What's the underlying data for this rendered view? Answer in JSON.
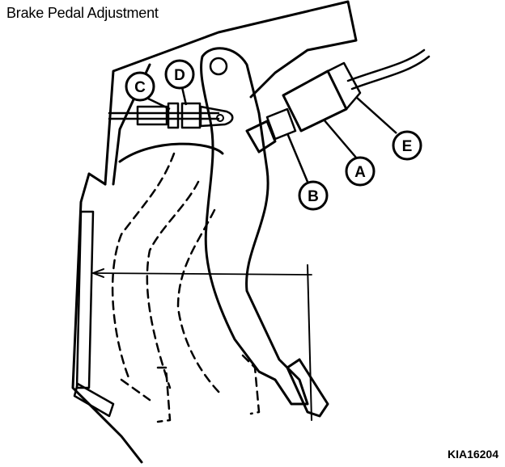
{
  "title": "Brake Pedal Adjustment",
  "figure_code": "KIA16204",
  "callouts": [
    {
      "id": "A",
      "label": "A"
    },
    {
      "id": "B",
      "label": "B"
    },
    {
      "id": "C",
      "label": "C"
    },
    {
      "id": "D",
      "label": "D"
    },
    {
      "id": "E",
      "label": "E"
    }
  ]
}
